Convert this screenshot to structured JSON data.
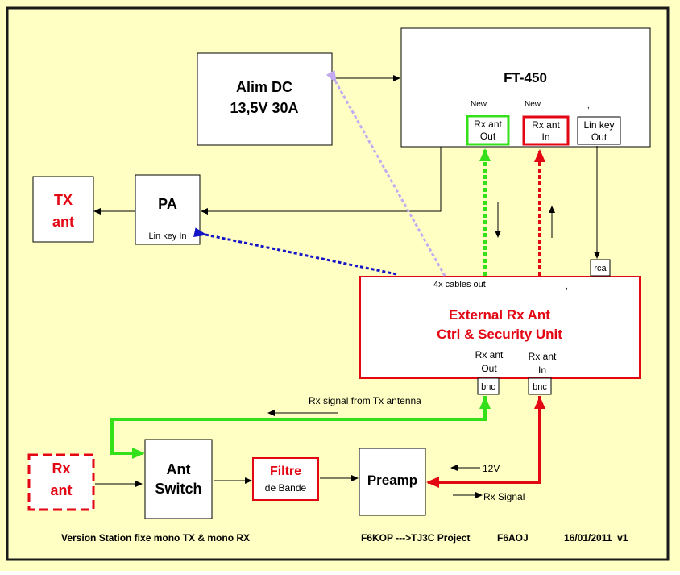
{
  "colors": {
    "background": "#ffffc4",
    "frame": "#1a1a1a",
    "box_fill": "#ffffff",
    "red": "#e30613",
    "green": "#33e019",
    "blue": "#1515c8",
    "lilac": "#c4aaf0",
    "black": "#000000"
  },
  "blocks": {
    "alim": {
      "line1": "Alim DC",
      "line2": "13,5V 30A"
    },
    "ft450": {
      "title": "FT-450"
    },
    "tx_ant": {
      "line1": "TX",
      "line2": "ant"
    },
    "pa": {
      "title": "PA",
      "sub": "Lin key In"
    },
    "unit": {
      "line1": "External Rx Ant",
      "line2": "Ctrl & Security Unit",
      "cables": "4x cables out",
      "tick": ","
    },
    "rx_ant": {
      "line1": "Rx",
      "line2": "ant"
    },
    "ant_switch": {
      "line1": "Ant",
      "line2": "Switch"
    },
    "filtre": {
      "line1": "Filtre",
      "line2": "de Bande"
    },
    "preamp": {
      "title": "Preamp"
    }
  },
  "ports": {
    "ft_rx_out": {
      "tag": "New",
      "line1": "Rx ant",
      "line2": "Out"
    },
    "ft_rx_in": {
      "tag": "New",
      "line1": "Rx ant",
      "line2": "In"
    },
    "ft_lin_key": {
      "tag": ",",
      "line1": "Lin key",
      "line2": "Out"
    },
    "rca": "rca",
    "unit_rx_out": {
      "line1": "Rx ant",
      "line2": "Out",
      "conn": "bnc"
    },
    "unit_rx_in": {
      "line1": "Rx ant",
      "line2": "In",
      "conn": "bnc"
    }
  },
  "labels": {
    "rx_from_tx": "Rx signal from Tx antenna",
    "v12": "12V",
    "rx_signal": "Rx Signal"
  },
  "footer": {
    "version": "Version Station fixe mono TX & mono RX",
    "project": "F6KOP --->TJ3C Project",
    "author": "F6AOJ",
    "date": "16/01/2011  v1"
  }
}
